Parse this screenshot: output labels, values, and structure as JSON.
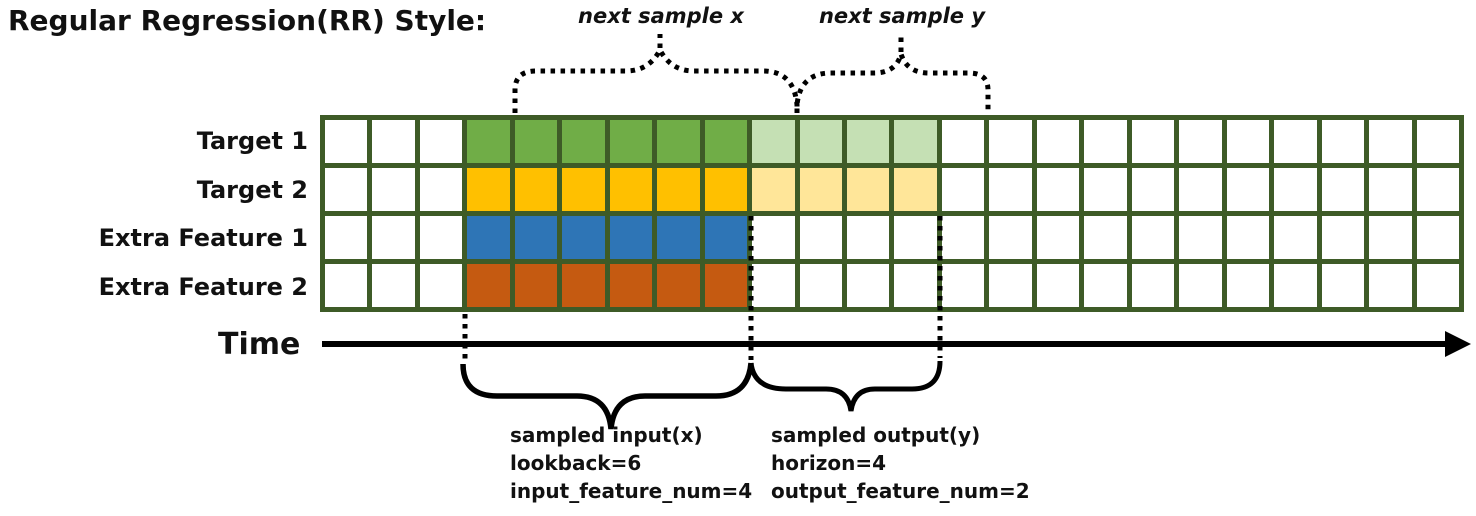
{
  "title": "Regular Regression(RR) Style:",
  "top_annotations": {
    "next_sample_x": "next sample x",
    "next_sample_y": "next sample y"
  },
  "time_label": "Time",
  "grid": {
    "columns": 24,
    "input_start_col": 4,
    "lookback": 6,
    "horizon": 4,
    "border_color": "#3E5B27",
    "empty_color": "#FFFFFF",
    "rows": [
      {
        "label": "Target 1",
        "input_color": "#70AD47",
        "output_color": "#C5E0B4"
      },
      {
        "label": "Target 2",
        "input_color": "#FFC000",
        "output_color": "#FFE699"
      },
      {
        "label": "Extra Feature 1",
        "input_color": "#2E75B6",
        "output_color": null
      },
      {
        "label": "Extra Feature 2",
        "input_color": "#C55A11",
        "output_color": null
      }
    ]
  },
  "captions": {
    "input": [
      "sampled input(x)",
      "lookback=6",
      "input_feature_num=4"
    ],
    "output": [
      "sampled output(y)",
      "horizon=4",
      "output_feature_num=2"
    ]
  }
}
